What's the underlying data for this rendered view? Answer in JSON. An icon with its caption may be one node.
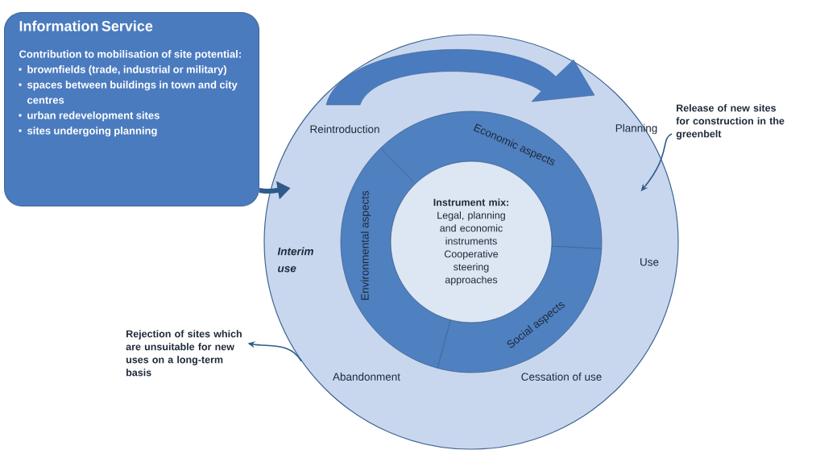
{
  "diagram": {
    "nodes": [
      {
        "text": [
          "Information Service",
          "Contribution to mobilisation of site potential:",
          "brownfields (trade, industrial or military)",
          "spaces between buildings in town and city centres",
          "urban redevelopment sites",
          "sites undergoing planning"
        ]
      },
      {
        "text": [],
        "shape": "circle"
      },
      {
        "text": [
          "Economic aspects"
        ],
        "in": 1
      },
      {
        "text": [
          "Social aspects"
        ],
        "in": 1
      },
      {
        "text": [
          "Environmental aspects"
        ],
        "in": 1
      },
      {
        "text": [
          "Instrument mix:",
          "Legal, planning and economic instruments",
          "Cooperative steering approaches"
        ],
        "in": 1
      },
      {
        "text": [
          "Release of new sites for construction in the greenbelt"
        ]
      },
      {
        "text": [
          "Rejection of sites which are unsuitable for new uses on a long-term basis"
        ]
      }
    ],
    "edges": [
      {
        "from": 0,
        "to": 1,
        "arrow": "to",
        "style": "thick"
      },
      {
        "from": 6,
        "to": 1,
        "arrow": "to"
      },
      {
        "from": 1,
        "to": 7,
        "arrow": "to"
      }
    ],
    "labels": [
      "Reintroduction",
      "Planning",
      "Interim use",
      "Use",
      "Abandonment",
      "Cessation of use"
    ]
  }
}
